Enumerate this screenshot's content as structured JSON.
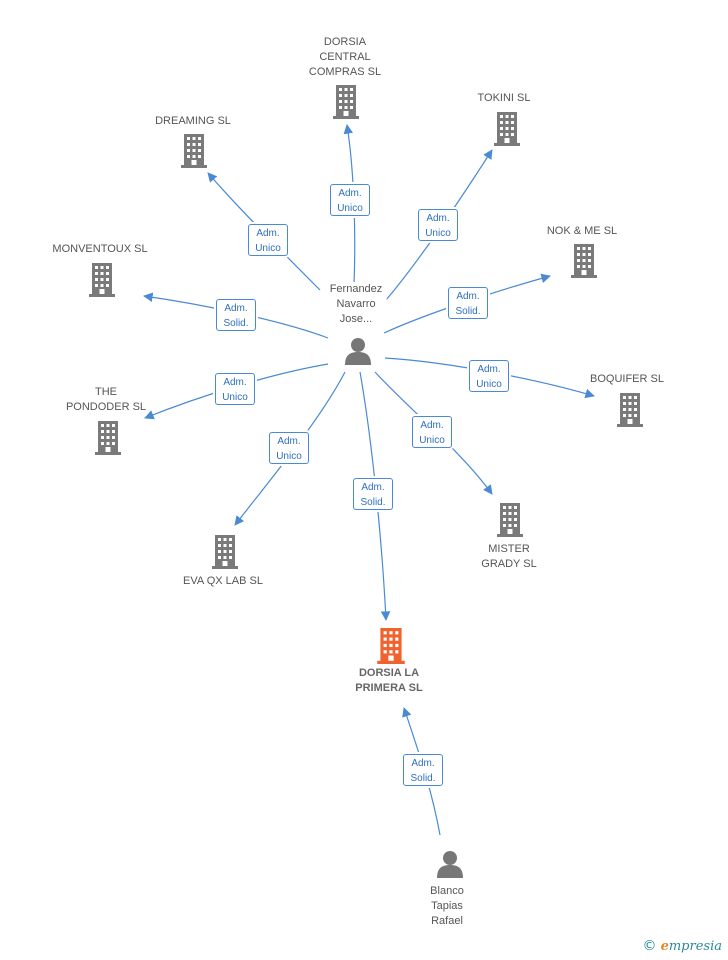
{
  "colors": {
    "edge": "#4a8ad4",
    "building": "#7a7a7a",
    "main_building": "#f0622e",
    "person": "#777777"
  },
  "center_person": {
    "label": "Fernandez\nNavarro\nJose..."
  },
  "second_person": {
    "label": "Blanco\nTapias\nRafael"
  },
  "main_company": {
    "label": "DORSIA LA\nPRIMERA SL"
  },
  "companies": [
    {
      "id": "dorsia-central-compras",
      "label": "DORSIA\nCENTRAL\nCOMPRAS SL",
      "edge": "Adm.\nUnico"
    },
    {
      "id": "tokini",
      "label": "TOKINI SL",
      "edge": "Adm.\nUnico"
    },
    {
      "id": "dreaming",
      "label": "DREAMING SL",
      "edge": "Adm.\nUnico"
    },
    {
      "id": "nok-me",
      "label": "NOK & ME SL",
      "edge": "Adm.\nSolid."
    },
    {
      "id": "monventoux",
      "label": "MONVENTOUX SL",
      "edge": "Adm.\nSolid."
    },
    {
      "id": "boquifer",
      "label": "BOQUIFER SL",
      "edge": "Adm.\nUnico"
    },
    {
      "id": "the-pondoder",
      "label": "THE\nPONDODER SL",
      "edge": "Adm.\nUnico"
    },
    {
      "id": "mister-grady",
      "label": "MISTER\nGRADY SL",
      "edge": "Adm.\nUnico"
    },
    {
      "id": "eva-qx-lab",
      "label": "EVA QX LAB  SL",
      "edge": "Adm.\nUnico"
    }
  ],
  "main_edge": {
    "label": "Adm.\nSolid."
  },
  "second_edge": {
    "label": "Adm.\nSolid."
  },
  "footer": {
    "copyright": "©",
    "brand_initial": "e",
    "brand_rest": "mpresia"
  }
}
